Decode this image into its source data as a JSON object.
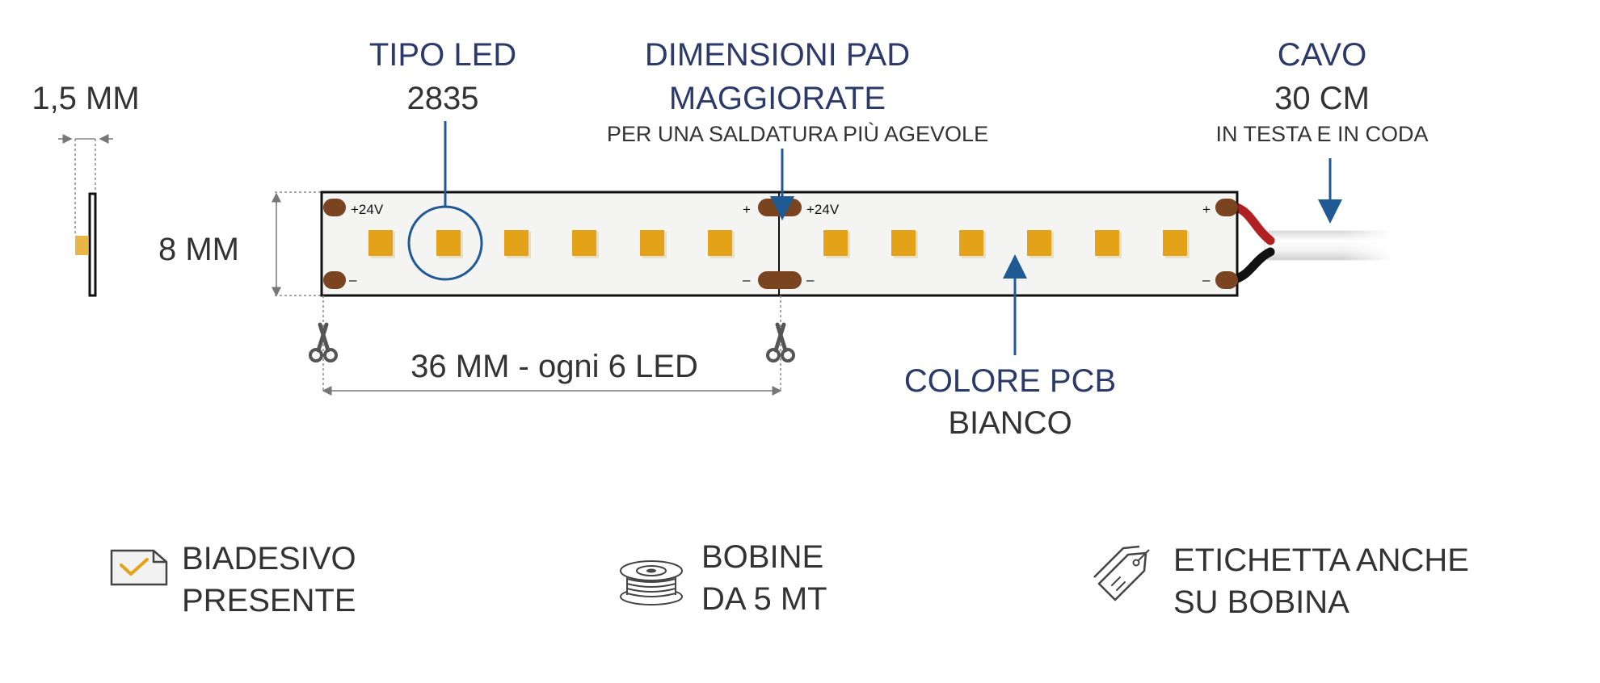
{
  "colors": {
    "navy": "#2b3a6b",
    "arrow": "#1f5a95",
    "led": "#e3a217",
    "pad": "#7a4420",
    "pcb": "#f4f4f3",
    "wire_red": "#b02020",
    "wire_black": "#111111"
  },
  "thickness": {
    "label": "1,5 MM"
  },
  "width": {
    "label": "8 MM"
  },
  "led_type": {
    "title": "TIPO LED",
    "value": "2835"
  },
  "pad": {
    "title_line1": "DIMENSIONI PAD",
    "title_line2": "MAGGIORATE",
    "subtitle": "PER UNA SALDATURA PIÙ AGEVOLE"
  },
  "cable": {
    "title": "CAVO",
    "value": "30 CM",
    "subtitle": "IN TESTA E IN CODA"
  },
  "pcb_color": {
    "title": "COLORE PCB",
    "value": "BIANCO"
  },
  "cut": {
    "label": "36 MM - ogni 6 LED"
  },
  "strip": {
    "segment1_plus": "+24V",
    "segment2_plus": "+24V",
    "plus": "+",
    "minus": "–"
  },
  "features": [
    {
      "line1": "BIADESIVO",
      "line2": "PRESENTE",
      "icon": "adhesive-tape-icon"
    },
    {
      "line1": "BOBINE",
      "line2": "DA 5 MT",
      "icon": "reel-icon"
    },
    {
      "line1": "ETICHETTA ANCHE",
      "line2": "SU BOBINA",
      "icon": "tag-icon"
    }
  ]
}
